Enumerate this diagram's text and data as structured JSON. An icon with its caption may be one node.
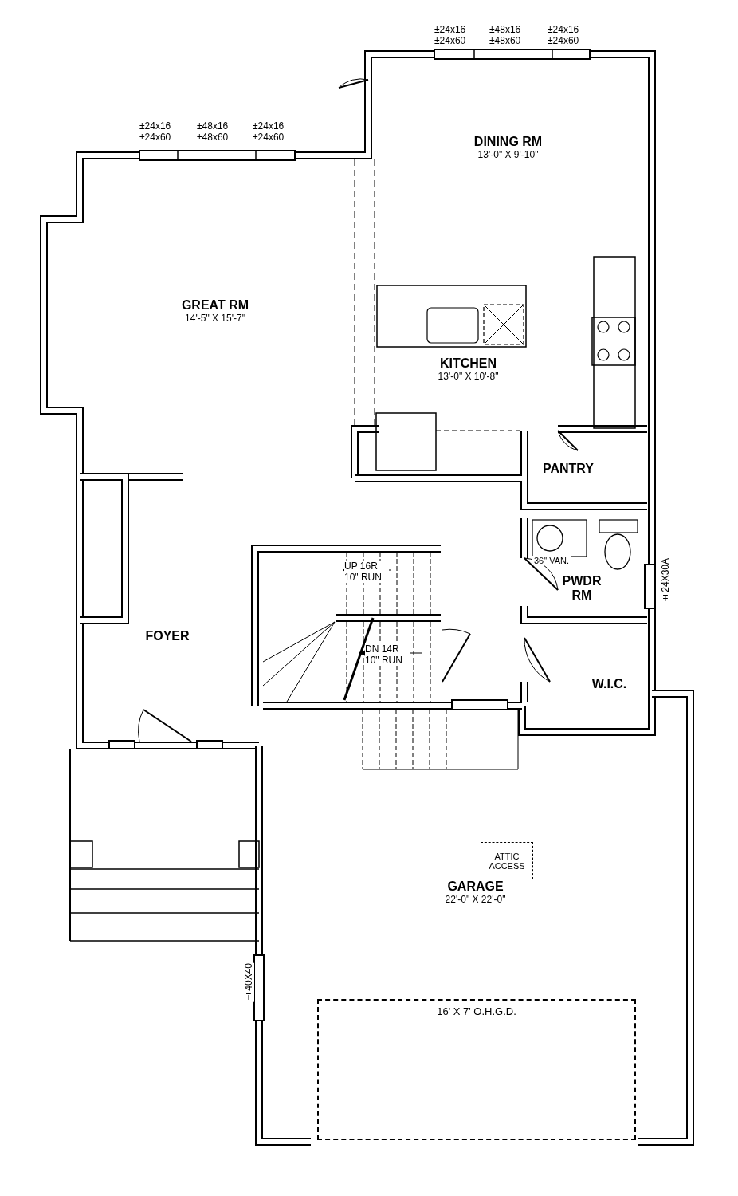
{
  "diagram": {
    "nodes": [
      {
        "text": [
          "DINING RM",
          "13'-0\" X 9'-10\""
        ]
      },
      {
        "text": [
          "GREAT RM",
          "14'-5\" X 15'-7\""
        ]
      },
      {
        "text": [
          "KITCHEN",
          "13'-0\" X 10'-8\""
        ]
      },
      {
        "text": [
          "PANTRY"
        ]
      },
      {
        "text": [
          "PWDR RM"
        ]
      },
      {
        "text": [
          "W.I.C."
        ]
      },
      {
        "text": [
          "FOYER"
        ]
      },
      {
        "text": [
          "GARAGE",
          "22'-0\" X 22'-0\""
        ]
      },
      {
        "text": [
          "ATTIC ACCESS"
        ],
        "in": 7
      },
      {
        "text": [
          "16' X 7' O.H.G.D."
        ],
        "in": 7
      }
    ],
    "labels": [
      "±24x16 ±24x60",
      "±48x16 ±48x60",
      "±24x16 ±24x60",
      "±24x16 ±24x60",
      "±48x16 ±48x60",
      "±24x16 ±24x60",
      "UP 16R 10\" RUN",
      "36\" VAN.",
      "±24X30A",
      "DN 14R 10\" RUN",
      "±40X40"
    ]
  }
}
